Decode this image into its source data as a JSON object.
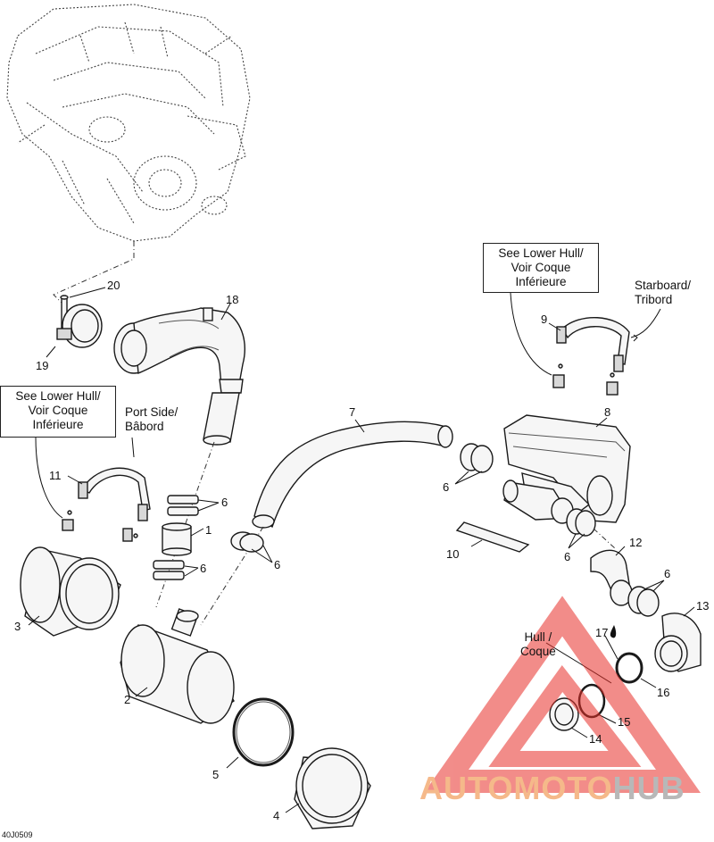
{
  "diagram": {
    "code": "40J0509",
    "callouts": {
      "lower_hull_left": [
        "See Lower Hull/",
        "Voir Coque",
        "Inférieure"
      ],
      "lower_hull_right": [
        "See Lower Hull/",
        "Voir Coque",
        "Inférieure"
      ],
      "port_side": [
        "Port Side/",
        "Bâbord"
      ],
      "starboard": [
        "Starboard/",
        "Tribord"
      ],
      "hull": [
        "Hull /",
        "Coque"
      ]
    },
    "part_numbers": {
      "p1": "1",
      "p2": "2",
      "p3": "3",
      "p4": "4",
      "p5": "5",
      "p6a": "6",
      "p6b": "6",
      "p6c": "6",
      "p6d": "6",
      "p6e": "6",
      "p6f": "6",
      "p7": "7",
      "p8": "8",
      "p9": "9",
      "p10": "10",
      "p11": "11",
      "p12": "12",
      "p13": "13",
      "p14": "14",
      "p15": "15",
      "p16": "16",
      "p17": "17",
      "p18": "18",
      "p19": "19",
      "p20": "20"
    },
    "watermark": {
      "part1": "AUTOMOTO",
      "part2": "HUB"
    },
    "colors": {
      "watermark_red": "#e8302a",
      "watermark_orange": "#f5b98a",
      "watermark_gray": "#b8b8b8"
    }
  }
}
